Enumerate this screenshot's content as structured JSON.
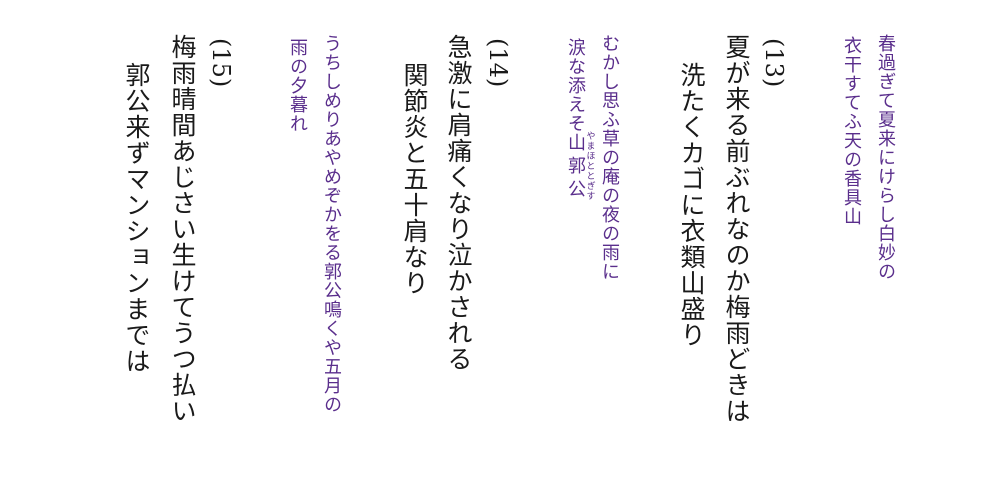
{
  "poems": {
    "ref12_line1": "春過ぎて夏来にけらし白妙の",
    "ref12_line2": "衣干すてふ天の香具山",
    "num13": "(13)",
    "p13_line1": "夏が来る前ぶれなのか梅雨どきは",
    "p13_line2": "洗たくカゴに衣類山盛り",
    "ref13_line1": "むかし思ふ草の庵の夜の雨に",
    "ref13_line2_before": "涙な添えそ",
    "ref13_line2_word": "山郭公",
    "ref13_line2_ruby": "やまほととぎす",
    "num14": "(14)",
    "p14_line1": "急激に肩痛くなり泣かされる",
    "p14_line2": "関節炎と五十肩なり",
    "ref14_line1": "うちしめりあやめぞかをる郭公鳴くや五月の",
    "ref14_line2": "雨の夕暮れ",
    "num15": "(15)",
    "p15_line1": "梅雨晴間あじさい生けてうつ払い",
    "p15_line2": "郭公来ずマンションまでは"
  },
  "colors": {
    "reference_text": "#5a2e8c",
    "main_text": "#1a1a1a"
  }
}
